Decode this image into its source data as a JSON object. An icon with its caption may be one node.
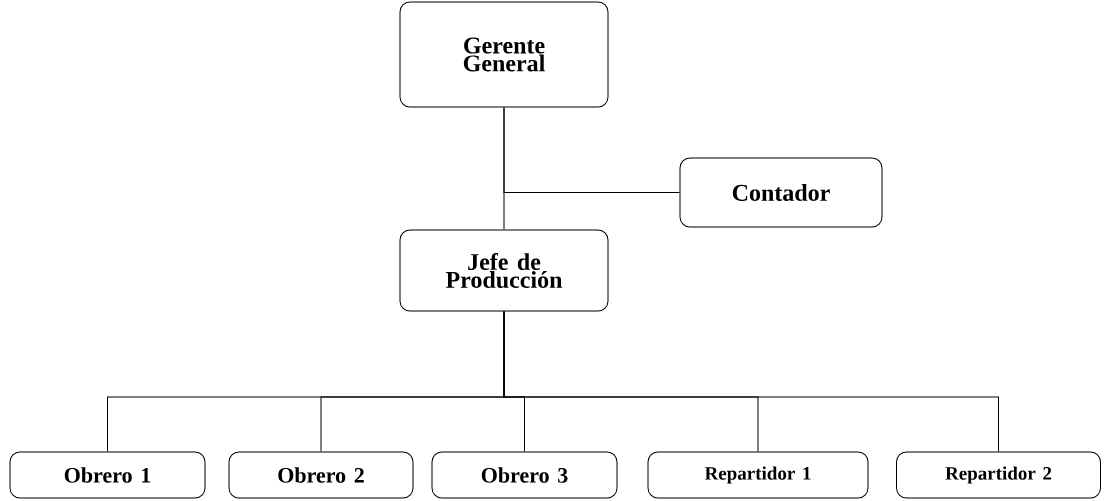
{
  "diagram": {
    "nodes": [
      {
        "text": [
          "Gerente General"
        ]
      },
      {
        "text": [
          "Contador"
        ]
      },
      {
        "text": [
          "Jefe de Producción"
        ]
      },
      {
        "text": [
          "Obrero 1"
        ]
      },
      {
        "text": [
          "Obrero 2"
        ]
      },
      {
        "text": [
          "Obrero 3"
        ]
      },
      {
        "text": [
          "Repartidor 1"
        ]
      },
      {
        "text": [
          "Repartidor 2"
        ]
      }
    ],
    "edges": [
      {
        "from": 0,
        "to": 2,
        "arrow": "none"
      },
      {
        "from": 0,
        "to": 1,
        "arrow": "none"
      },
      {
        "from": 2,
        "to": 3,
        "arrow": "none"
      },
      {
        "from": 2,
        "to": 4,
        "arrow": "none"
      },
      {
        "from": 2,
        "to": 5,
        "arrow": "none"
      },
      {
        "from": 2,
        "to": 6,
        "arrow": "none"
      },
      {
        "from": 2,
        "to": 7,
        "arrow": "none"
      }
    ]
  }
}
